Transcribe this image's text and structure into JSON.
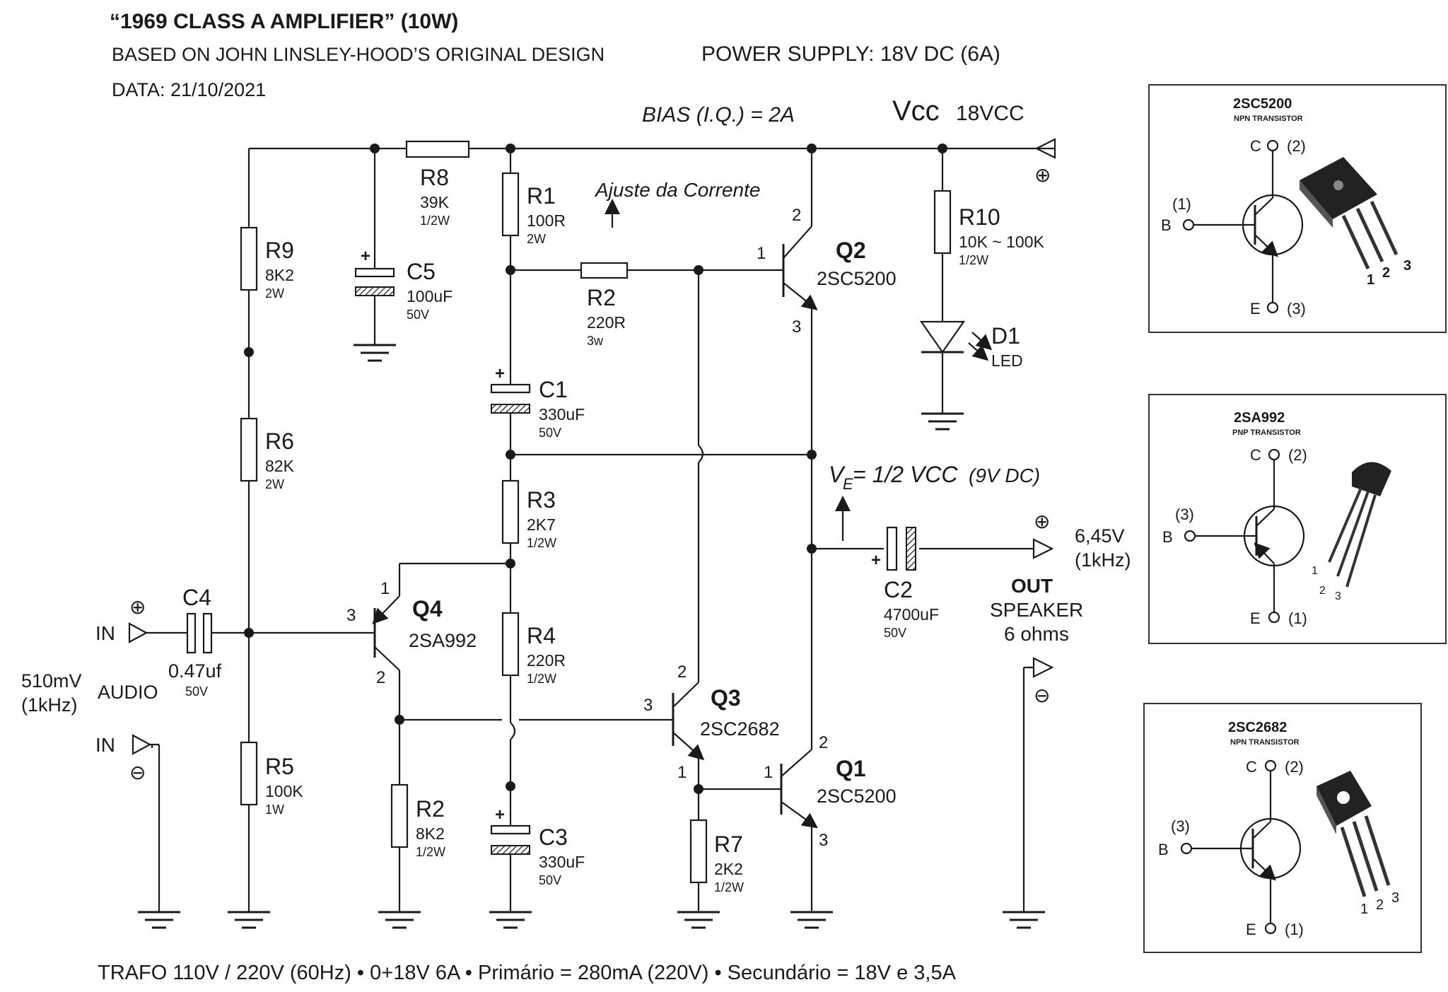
{
  "header": {
    "title": "“1969 CLASS A AMPLIFIER” (10W)",
    "subtitle": "BASED ON JOHN LINSLEY-HOOD’S ORIGINAL DESIGN",
    "power_supply": "POWER SUPPLY: 18V DC (6A)",
    "date": "DATA: 21/10/2021"
  },
  "annotations": {
    "bias": "BIAS (I.Q.) = 2A",
    "vcc": "Vcc",
    "vcc_value": "18VCC",
    "adjust": "Ajuste da Corrente",
    "ve_v": "V",
    "ve_sub": "E",
    "ve_rest": "= 1/2 VCC",
    "ve_dc": "(9V DC)",
    "footer": "TRAFO 110V / 220V (60Hz) • 0+18V 6A • Primário = 280mA (220V) • Secundário = 18V e 3,5A"
  },
  "input": {
    "in_plus": "IN",
    "in_minus": "IN",
    "plus": "⊕",
    "minus": "⊖",
    "level": "510mV",
    "freq": "(1kHz)",
    "audio": "AUDIO"
  },
  "output": {
    "level": "6,45V",
    "freq": "(1kHz)",
    "out": "OUT",
    "speaker": "SPEAKER",
    "ohms": "6 ohms",
    "plus": "⊕",
    "minus": "⊖",
    "supply_plus": "⊕"
  },
  "components": {
    "R8": {
      "name": "R8",
      "value": "39K",
      "rating": "1/2W"
    },
    "R1": {
      "name": "R1",
      "value": "100R",
      "rating": "2W"
    },
    "R9": {
      "name": "R9",
      "value": "8K2",
      "rating": "2W"
    },
    "C5": {
      "name": "C5",
      "value": "100uF",
      "rating": "50V"
    },
    "R2a": {
      "name": "R2",
      "value": "220R",
      "rating": "3w"
    },
    "Q2": {
      "name": "Q2",
      "part": "2SC5200"
    },
    "R10": {
      "name": "R10",
      "value": "10K ~ 100K",
      "rating": "1/2W"
    },
    "D1": {
      "name": "D1",
      "value": "LED"
    },
    "C1": {
      "name": "C1",
      "value": "330uF",
      "rating": "50V"
    },
    "R6": {
      "name": "R6",
      "value": "82K",
      "rating": "2W"
    },
    "R3": {
      "name": "R3",
      "value": "2K7",
      "rating": "1/2W"
    },
    "C2": {
      "name": "C2",
      "value": "4700uF",
      "rating": "50V"
    },
    "C4": {
      "name": "C4",
      "value": "0.47uf",
      "rating": "50V"
    },
    "Q4": {
      "name": "Q4",
      "part": "2SA992"
    },
    "R4": {
      "name": "R4",
      "value": "220R",
      "rating": "1/2W"
    },
    "Q3": {
      "name": "Q3",
      "part": "2SC2682"
    },
    "Q1": {
      "name": "Q1",
      "part": "2SC5200"
    },
    "R5": {
      "name": "R5",
      "value": "100K",
      "rating": "1W"
    },
    "R2b": {
      "name": "R2",
      "value": "8K2",
      "rating": "1/2W"
    },
    "C3": {
      "name": "C3",
      "value": "330uF",
      "rating": "50V"
    },
    "R7": {
      "name": "R7",
      "value": "2K2",
      "rating": "1/2W"
    }
  },
  "pins": {
    "p1": "1",
    "p2": "2",
    "p3": "3"
  },
  "pinouts": [
    {
      "part": "2SC5200",
      "type": "NPN TRANSISTOR",
      "c": "C",
      "c_pin": "(2)",
      "b": "B",
      "b_pin": "(1)",
      "e": "E",
      "e_pin": "(3)",
      "leads": [
        "1",
        "2",
        "3"
      ]
    },
    {
      "part": "2SA992",
      "type": "PNP TRANSISTOR",
      "c": "C",
      "c_pin": "(2)",
      "b": "B",
      "b_pin": "(3)",
      "e": "E",
      "e_pin": "(1)",
      "leads": [
        "1",
        "2",
        "3"
      ]
    },
    {
      "part": "2SC2682",
      "type": "NPN TRANSISTOR",
      "c": "C",
      "c_pin": "(2)",
      "b": "B",
      "b_pin": "(3)",
      "e": "E",
      "e_pin": "(1)",
      "leads": [
        "1",
        "2",
        "3"
      ]
    }
  ]
}
